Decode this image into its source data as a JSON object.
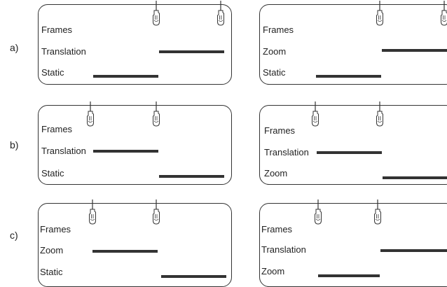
{
  "rows": [
    {
      "label": "a)",
      "panels": [
        {
          "labels": [
            "Frames",
            "Translation",
            "Static"
          ]
        },
        {
          "labels": [
            "Frames",
            "Zoom",
            "Static"
          ]
        }
      ]
    },
    {
      "label": "b)",
      "panels": [
        {
          "labels": [
            "Frames",
            "Translation",
            "Static"
          ]
        },
        {
          "labels": [
            "Frames",
            "Translation",
            "Zoom"
          ]
        }
      ]
    },
    {
      "label": "c)",
      "panels": [
        {
          "labels": [
            "Frames",
            "Zoom",
            "Static"
          ]
        },
        {
          "labels": [
            "Frames",
            "Translation",
            "Zoom"
          ]
        }
      ]
    }
  ],
  "colors": {
    "line": "#333333",
    "background": "#ffffff"
  },
  "icons": {
    "marker": "pointing-hand-icon"
  }
}
